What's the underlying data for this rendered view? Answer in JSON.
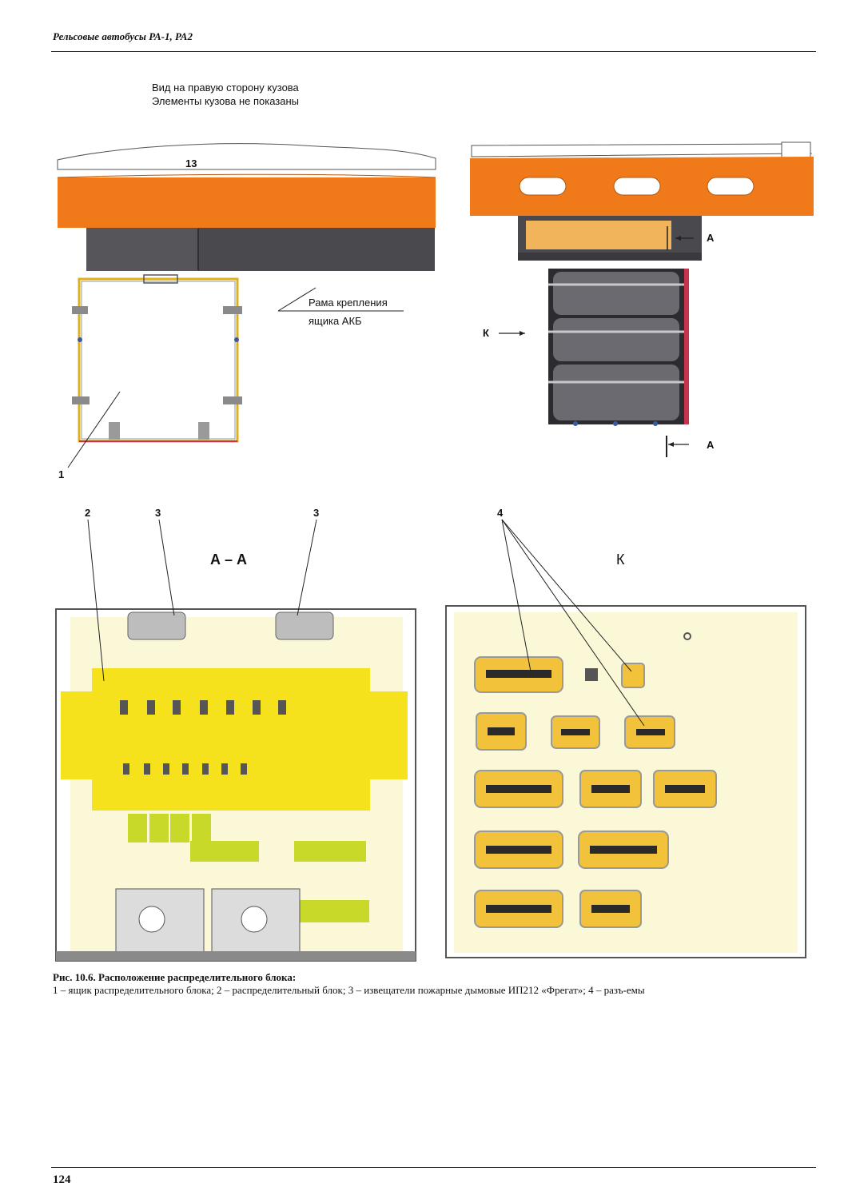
{
  "header": {
    "running_title": "Рельсовые автобусы РА-1, РА2"
  },
  "figure": {
    "view_note_line1": "Вид на правую сторону кузова",
    "view_note_line2": "Элементы кузова не показаны",
    "frame_label_line1": "Рама крепления",
    "frame_label_line2": "ящика АКБ",
    "callouts": {
      "n1": "1",
      "n2": "2",
      "n3a": "3",
      "n3b": "3",
      "n4": "4",
      "n13": "13"
    },
    "markers": {
      "a_top": "А",
      "a_bottom": "А",
      "k_arrow": "К"
    },
    "section_aa": "А – А",
    "view_k": "К"
  },
  "caption": {
    "title": "Рис. 10.6. Расположение распределительного блока:",
    "text": "1 – ящик распределительного блока; 2 – распределительный блок; 3 – извещатели пожарные дымовые ИП212 «Фрегат»; 4 – разъ-емы"
  },
  "footer": {
    "page_number": "124"
  },
  "colors": {
    "orange": "#f07a1a",
    "dark_frame": "#4a4a4e",
    "panel_yellow": "#f5e21c",
    "panel_bg": "#fbf8d8",
    "connector_yellow": "#f2c23a",
    "green_block": "#c8d92a",
    "magenta": "#c8324a"
  }
}
